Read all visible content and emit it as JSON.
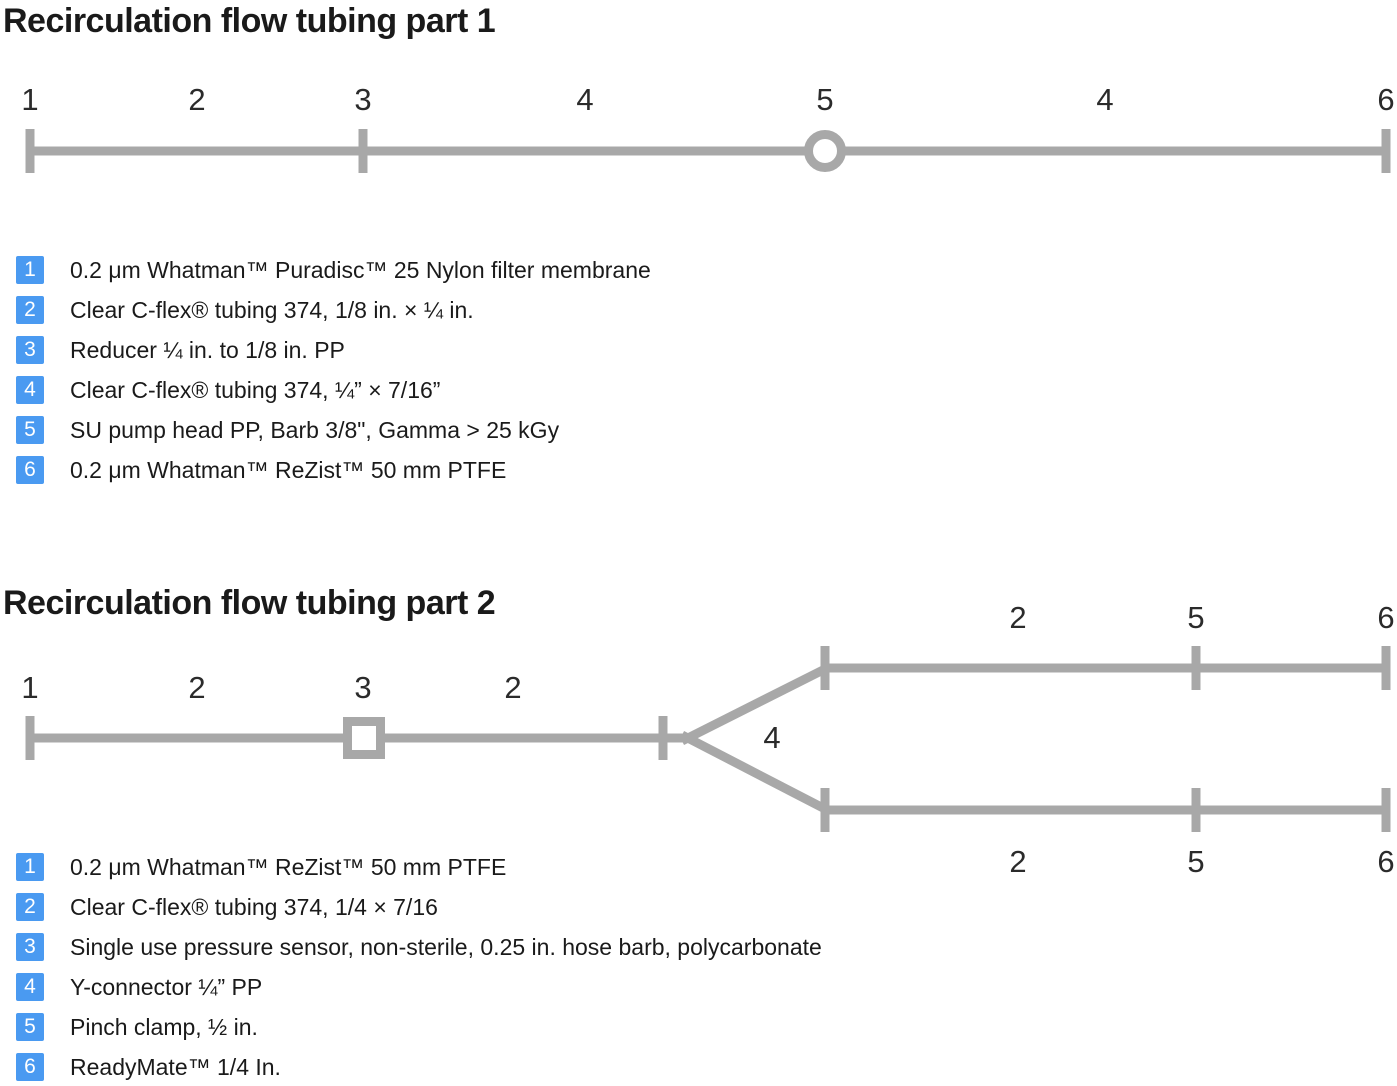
{
  "colors": {
    "accent_blue": "#4a9af1",
    "tube_gray": "#a8a8a8",
    "text_dark": "#1a1a1a"
  },
  "section1": {
    "title": "Recirculation flow tubing part 1",
    "diagram": {
      "labels": [
        "1",
        "2",
        "3",
        "4",
        "5",
        "4",
        "6"
      ]
    },
    "legend": [
      {
        "num": "1",
        "text": "0.2 μm Whatman™ Puradisc™ 25 Nylon filter membrane"
      },
      {
        "num": "2",
        "text": "Clear C-flex® tubing 374, 1/8 in. × ¼ in."
      },
      {
        "num": "3",
        "text": "Reducer ¼ in. to 1/8 in. PP"
      },
      {
        "num": "4",
        "text": "Clear C-flex® tubing 374, ¼” × 7/16”"
      },
      {
        "num": "5",
        "text": "SU pump head PP, Barb 3/8\", Gamma > 25 kGy"
      },
      {
        "num": "6",
        "text": "0.2 μm Whatman™ ReZist™ 50 mm PTFE"
      }
    ]
  },
  "section2": {
    "title": "Recirculation flow tubing part 2",
    "diagram": {
      "main_labels": [
        "1",
        "2",
        "3",
        "2"
      ],
      "y_connector_label": "4",
      "upper_branch_labels": [
        "2",
        "5",
        "6"
      ],
      "lower_branch_labels": [
        "2",
        "5",
        "6"
      ]
    },
    "legend": [
      {
        "num": "1",
        "text": "0.2 μm Whatman™ ReZist™ 50 mm PTFE"
      },
      {
        "num": "2",
        "text": "Clear C-flex® tubing 374, 1/4 × 7/16"
      },
      {
        "num": "3",
        "text": "Single use pressure sensor, non-sterile, 0.25 in. hose barb, polycarbonate"
      },
      {
        "num": "4",
        "text": "Y-connector ¼” PP"
      },
      {
        "num": "5",
        "text": "Pinch clamp, ½ in."
      },
      {
        "num": "6",
        "text": "ReadyMate™ 1/4 In."
      }
    ]
  }
}
